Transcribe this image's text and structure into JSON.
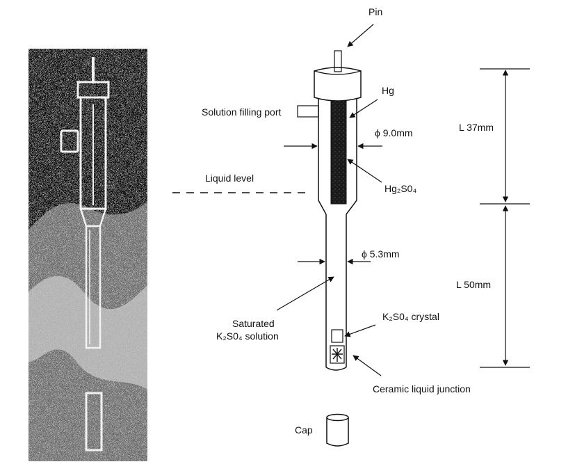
{
  "labels": {
    "pin": "Pin",
    "hg": "Hg",
    "filling_port": "Solution filling port",
    "dia_upper": "ϕ 9.0mm",
    "length_upper": "L 37mm",
    "liquid_level": "Liquid level",
    "hg2so4": "Hg₂S0₄",
    "dia_lower": "ϕ 5.3mm",
    "length_lower": "L 50mm",
    "k2so4_crystal": "K₂S0₄ crystal",
    "saturated_line1": "Saturated",
    "saturated_line2": "K₂S0₄ solution",
    "ceramic_junction": "Ceramic liquid junction",
    "cap": "Cap"
  },
  "colors": {
    "ink": "#111111",
    "photo_background": "#0a0a0a",
    "photo_highlight": "#f2f2f2"
  }
}
